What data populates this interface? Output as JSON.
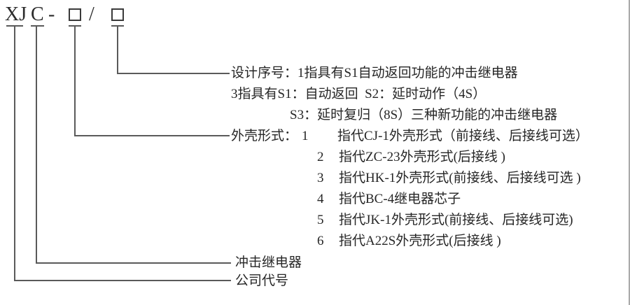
{
  "model_code": {
    "company_code": "XJ",
    "product_code": "C",
    "dash": "-",
    "slash": "/",
    "placeholder_symbol": "□"
  },
  "callouts": {
    "design_serial": {
      "label": "设计序号：",
      "line1": "1指具有S1自动返回功能的冲击继电器",
      "line2": "3指具有S1：自动返回  S2：延时动作（4S）",
      "line3": "S3：延时复归（8S）三种新功能的冲击继电器"
    },
    "enclosure": {
      "label": "外壳形式：",
      "options": [
        {
          "num": "1",
          "desc": "指代CJ-1外壳形式（前接线、后接线可选）"
        },
        {
          "num": "2",
          "desc": "指代ZC-23外壳形式(后接线 )"
        },
        {
          "num": "3",
          "desc": "指代HK-1外壳形式(前接线、后接线可选 )"
        },
        {
          "num": "4",
          "desc": "指代BC-4继电器芯子"
        },
        {
          "num": "5",
          "desc": "指代JK-1外壳形式(前接线、后接线可选)"
        },
        {
          "num": "6",
          "desc": "指代A22S外壳形式(后接线 )"
        }
      ]
    },
    "relay_label": "冲击继电器",
    "company_label": "公司代号"
  },
  "colors": {
    "background": "#ffffff",
    "text": "#262626",
    "connector_line": "#5a5a5a",
    "placeholder_border": "#3a3a3a"
  }
}
